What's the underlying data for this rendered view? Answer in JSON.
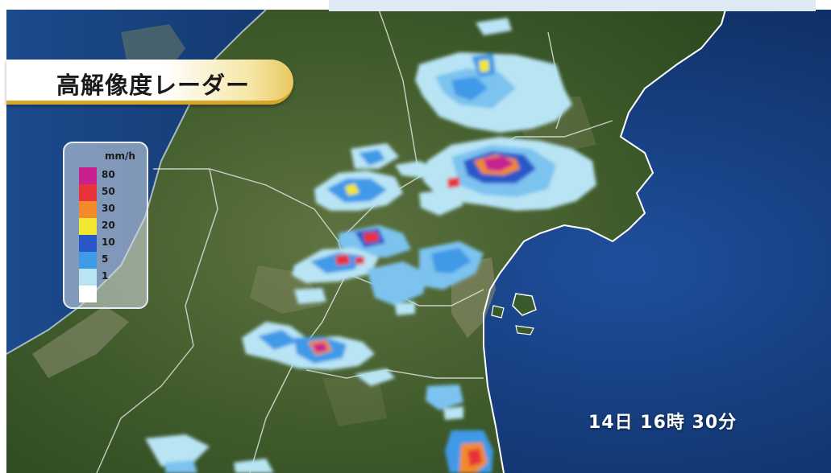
{
  "title": "高解像度レーダー",
  "legend": {
    "unit": "mm/h",
    "entries": [
      {
        "label": "80",
        "color": "#c8208f"
      },
      {
        "label": "50",
        "color": "#e8333a"
      },
      {
        "label": "30",
        "color": "#f28a2c"
      },
      {
        "label": "20",
        "color": "#f2e830"
      },
      {
        "label": "10",
        "color": "#2a58c8"
      },
      {
        "label": "5",
        "color": "#3f9ae8"
      },
      {
        "label": "1",
        "color": "#b8e4f4"
      },
      {
        "label": "",
        "color": "#ffffff"
      }
    ]
  },
  "timestamp": "14日  16時 30分",
  "colors": {
    "sea": "#123a78",
    "land": "#3e5a2a",
    "coast": "#ffffff"
  },
  "icons": [
    "japan-map",
    "radar-echo"
  ]
}
